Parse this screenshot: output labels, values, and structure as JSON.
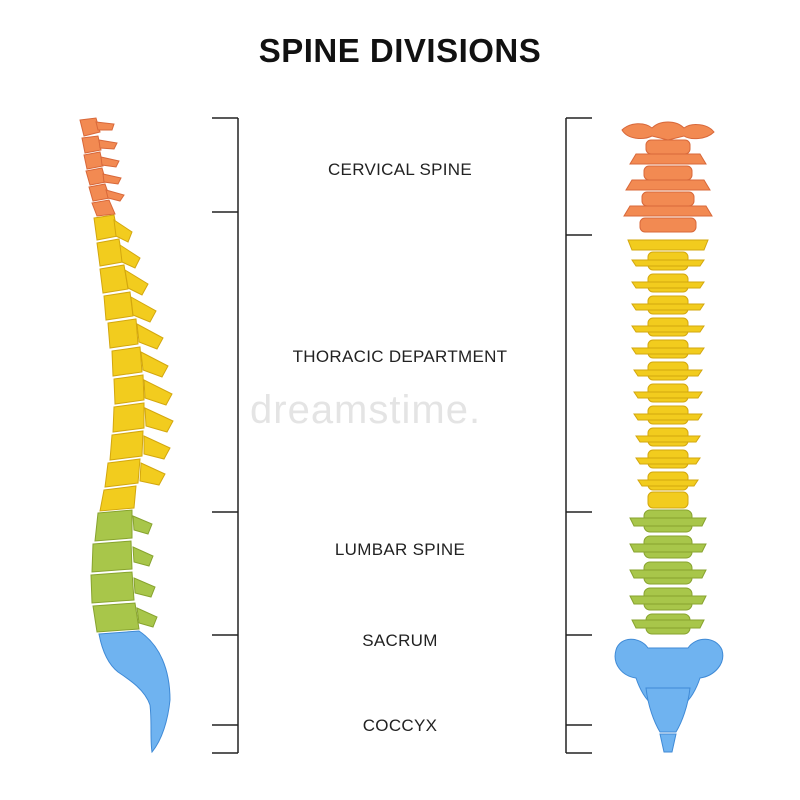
{
  "title": "SPINE DIVISIONS",
  "divisions": [
    {
      "key": "cervical",
      "label": "CERVICAL SPINE",
      "color": "#f28a52"
    },
    {
      "key": "thoracic",
      "label": "THORACIC DEPARTMENT",
      "color": "#f2cc1e"
    },
    {
      "key": "lumbar",
      "label": "LUMBAR SPINE",
      "color": "#a8c64a"
    },
    {
      "key": "sacrum",
      "label": "SACRUM",
      "color": "#6fb3f0"
    },
    {
      "key": "coccyx",
      "label": "COCCYX",
      "color": "#6fb3f0"
    }
  ],
  "watermark": "dreamstime."
}
